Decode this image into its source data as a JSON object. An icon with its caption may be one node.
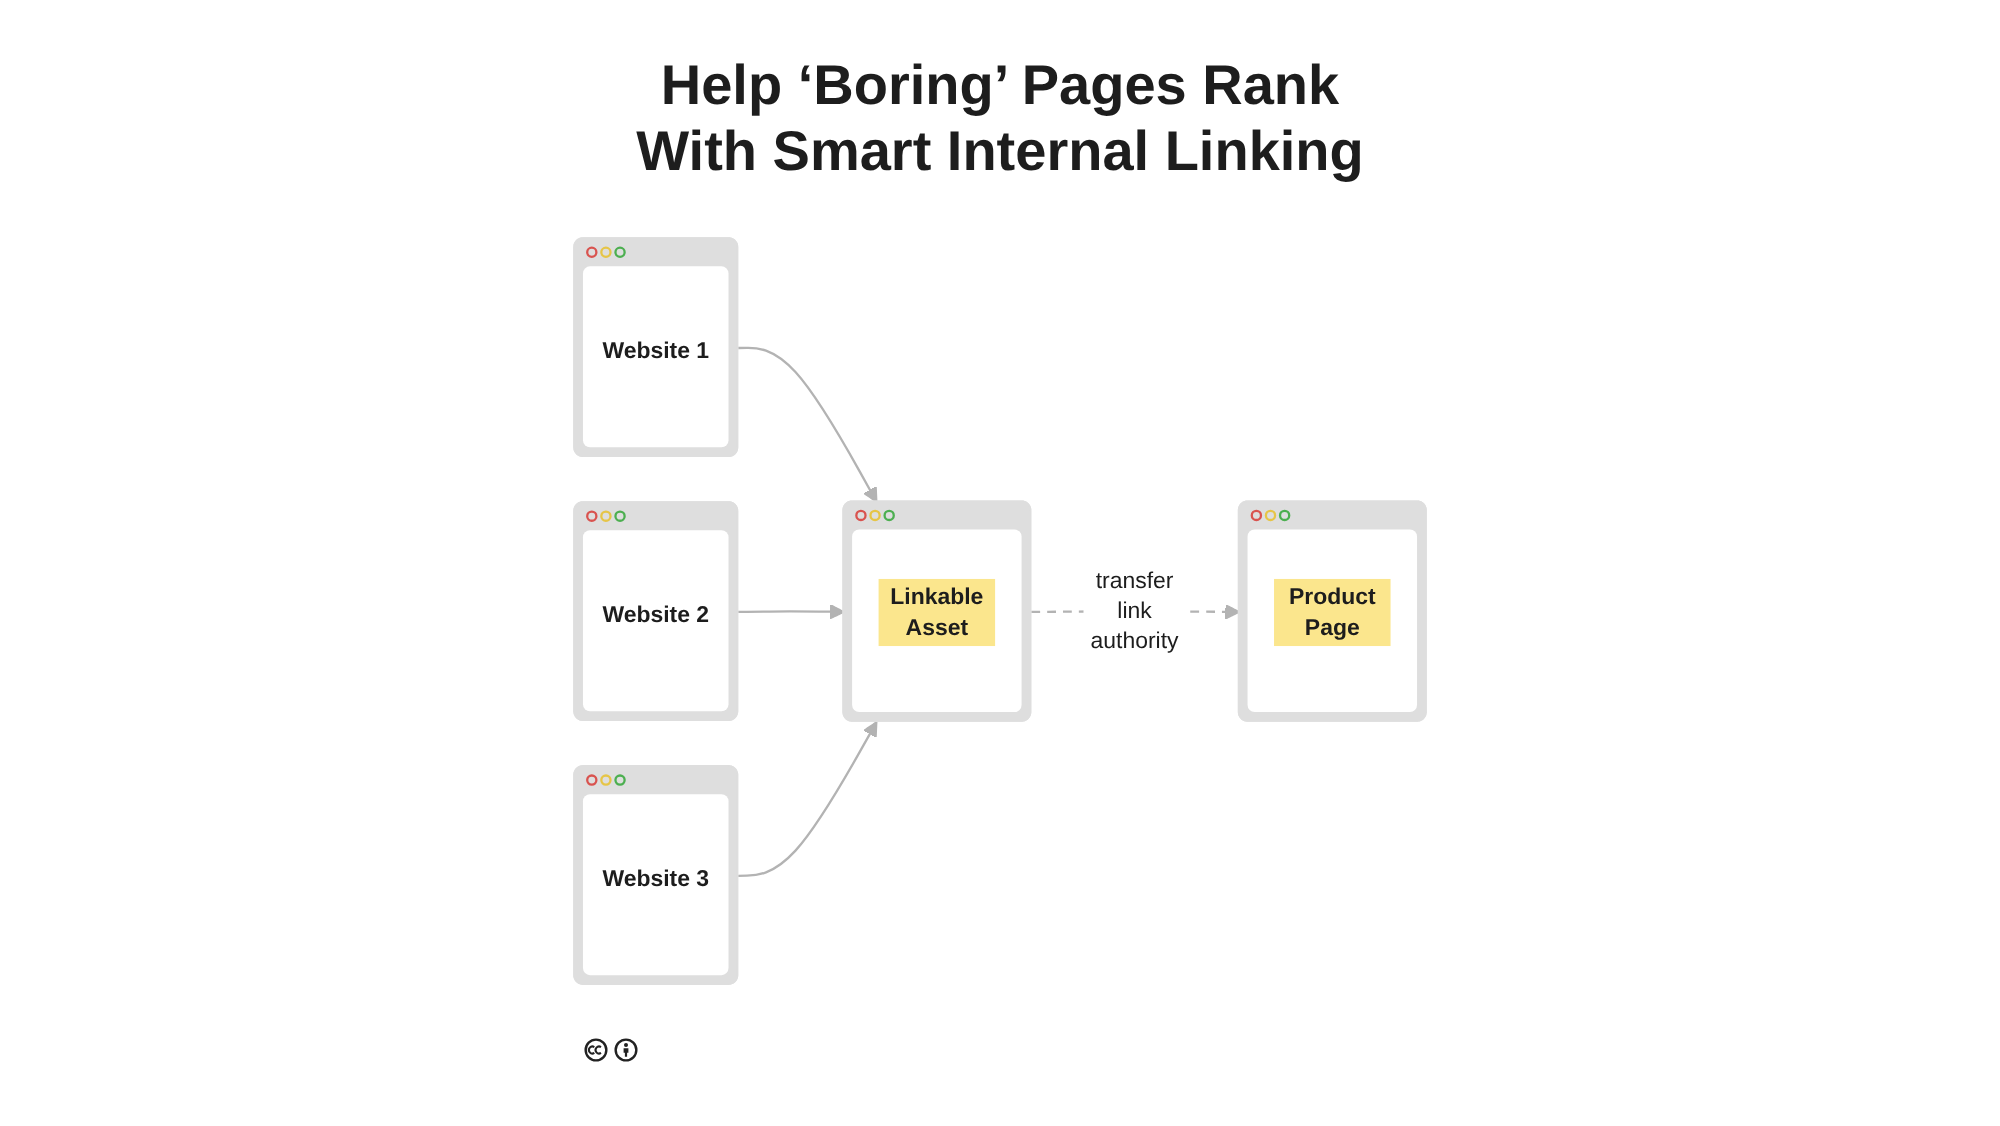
{
  "diagram": {
    "title": "Help ‘Boring’ Pages Rank With Smart Internal Linking",
    "nodes": [
      {
        "text": [
          "Website 1"
        ]
      },
      {
        "text": [
          "Website 2"
        ]
      },
      {
        "text": [
          "Website 3"
        ]
      },
      {
        "text": [
          "Linkable Asset"
        ]
      },
      {
        "text": [
          "Product Page"
        ]
      }
    ],
    "edges": [
      {
        "from": 0,
        "to": 3,
        "arrow": "to"
      },
      {
        "from": 1,
        "to": 3,
        "arrow": "to"
      },
      {
        "from": 2,
        "to": 3,
        "arrow": "to"
      },
      {
        "from": 3,
        "to": 4,
        "arrow": "to",
        "label": "transfer link authority",
        "style": "dashed"
      }
    ]
  }
}
